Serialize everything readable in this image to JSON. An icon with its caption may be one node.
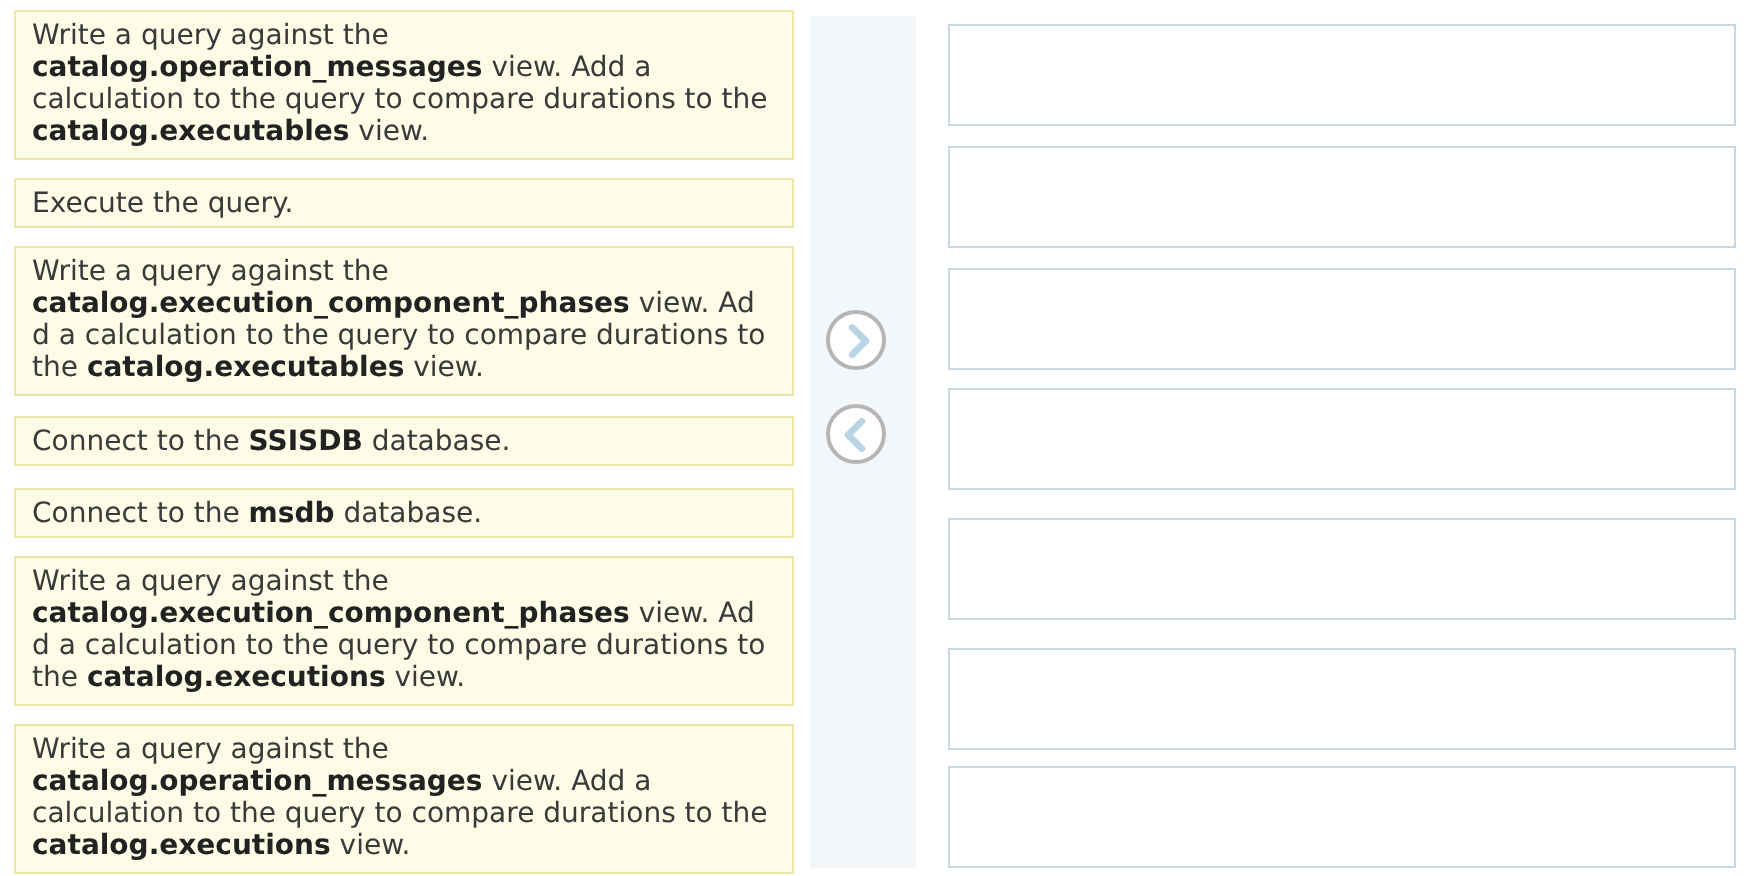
{
  "diagram": {
    "nodes": [
      {
        "text": [
          "Write a query against the **catalog.operation_messages** view. Add a calculation to the query to compare durations to the **catalog.executables** view."
        ]
      },
      {
        "text": [
          "Execute the query."
        ]
      },
      {
        "text": [
          "Write a query against the **catalog.execution_component_phases** view. Ad d a calculation to the query to compare durations to the **catalog.executables** view."
        ]
      },
      {
        "text": [
          "Connect to the **SSISDB** database."
        ]
      },
      {
        "text": [
          "Connect to the **msdb** database."
        ]
      },
      {
        "text": [
          "Write a query against the **catalog.execution_component_phases** view. Ad d a calculation to the query to compare durations to the **catalog.executions** view."
        ]
      },
      {
        "text": [
          "Write a query against the **catalog.operation_messages** view. Add a calculation to the query to compare durations to the **catalog.executions** view."
        ]
      },
      {
        "text": [],
        "shape": "box"
      },
      {
        "text": [],
        "shape": "box"
      },
      {
        "text": [],
        "shape": "box"
      },
      {
        "text": [],
        "shape": "box"
      },
      {
        "text": [],
        "shape": "box"
      },
      {
        "text": [],
        "shape": "box"
      },
      {
        "text": [],
        "shape": "box"
      }
    ]
  }
}
